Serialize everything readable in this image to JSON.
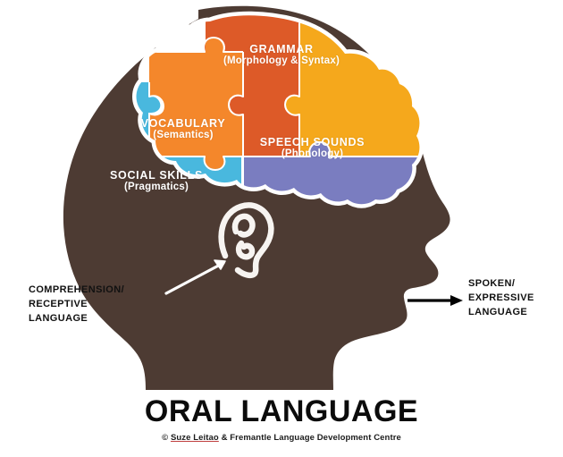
{
  "diagram": {
    "title": "ORAL LANGUAGE",
    "credit_symbol": "©",
    "credit_author": "Suze Leitao",
    "credit_rest": "& Fremantle Language  Development Centre",
    "credit_full": "© Suze Leitao & Fremantle Language  Development Centre"
  },
  "pieces": [
    {
      "id": "grammar",
      "name": "GRAMMAR",
      "subtitle": "(Morphology  & Syntax)",
      "colors": [
        "#DD5A28",
        "#F5A81C"
      ]
    },
    {
      "id": "vocabulary",
      "name": "VOCABULARY",
      "subtitle": "(Semantics)",
      "colors": [
        "#F4872B"
      ]
    },
    {
      "id": "social-skills",
      "name": "SOCIAL SKILLS",
      "subtitle": "(Pragmatics)",
      "colors": [
        "#49B8DE"
      ]
    },
    {
      "id": "speech-sounds",
      "name": "SPEECH SOUNDS",
      "subtitle": "(Phonology)",
      "colors": [
        "#7A7DC0"
      ]
    }
  ],
  "annotations": {
    "left": {
      "line1": "COMPREHENSION/",
      "line2": "RECEPTIVE",
      "line3": "LANGUAGE"
    },
    "right": {
      "line1": "SPOKEN/",
      "line2": "EXPRESSIVE",
      "line3": "LANGUAGE"
    }
  },
  "colors": {
    "head": "#4D3B33",
    "background": "#FFFFFF",
    "outline": "#FFFFFF",
    "arrow_left": "#FFFFFF",
    "arrow_right": "#000000",
    "piece_red": "#DD5A28",
    "piece_orange": "#F4872B",
    "piece_yellow": "#F5A81C",
    "piece_blue": "#49B8DE",
    "piece_purple": "#7A7DC0",
    "title_text": "#0B0B0B"
  }
}
